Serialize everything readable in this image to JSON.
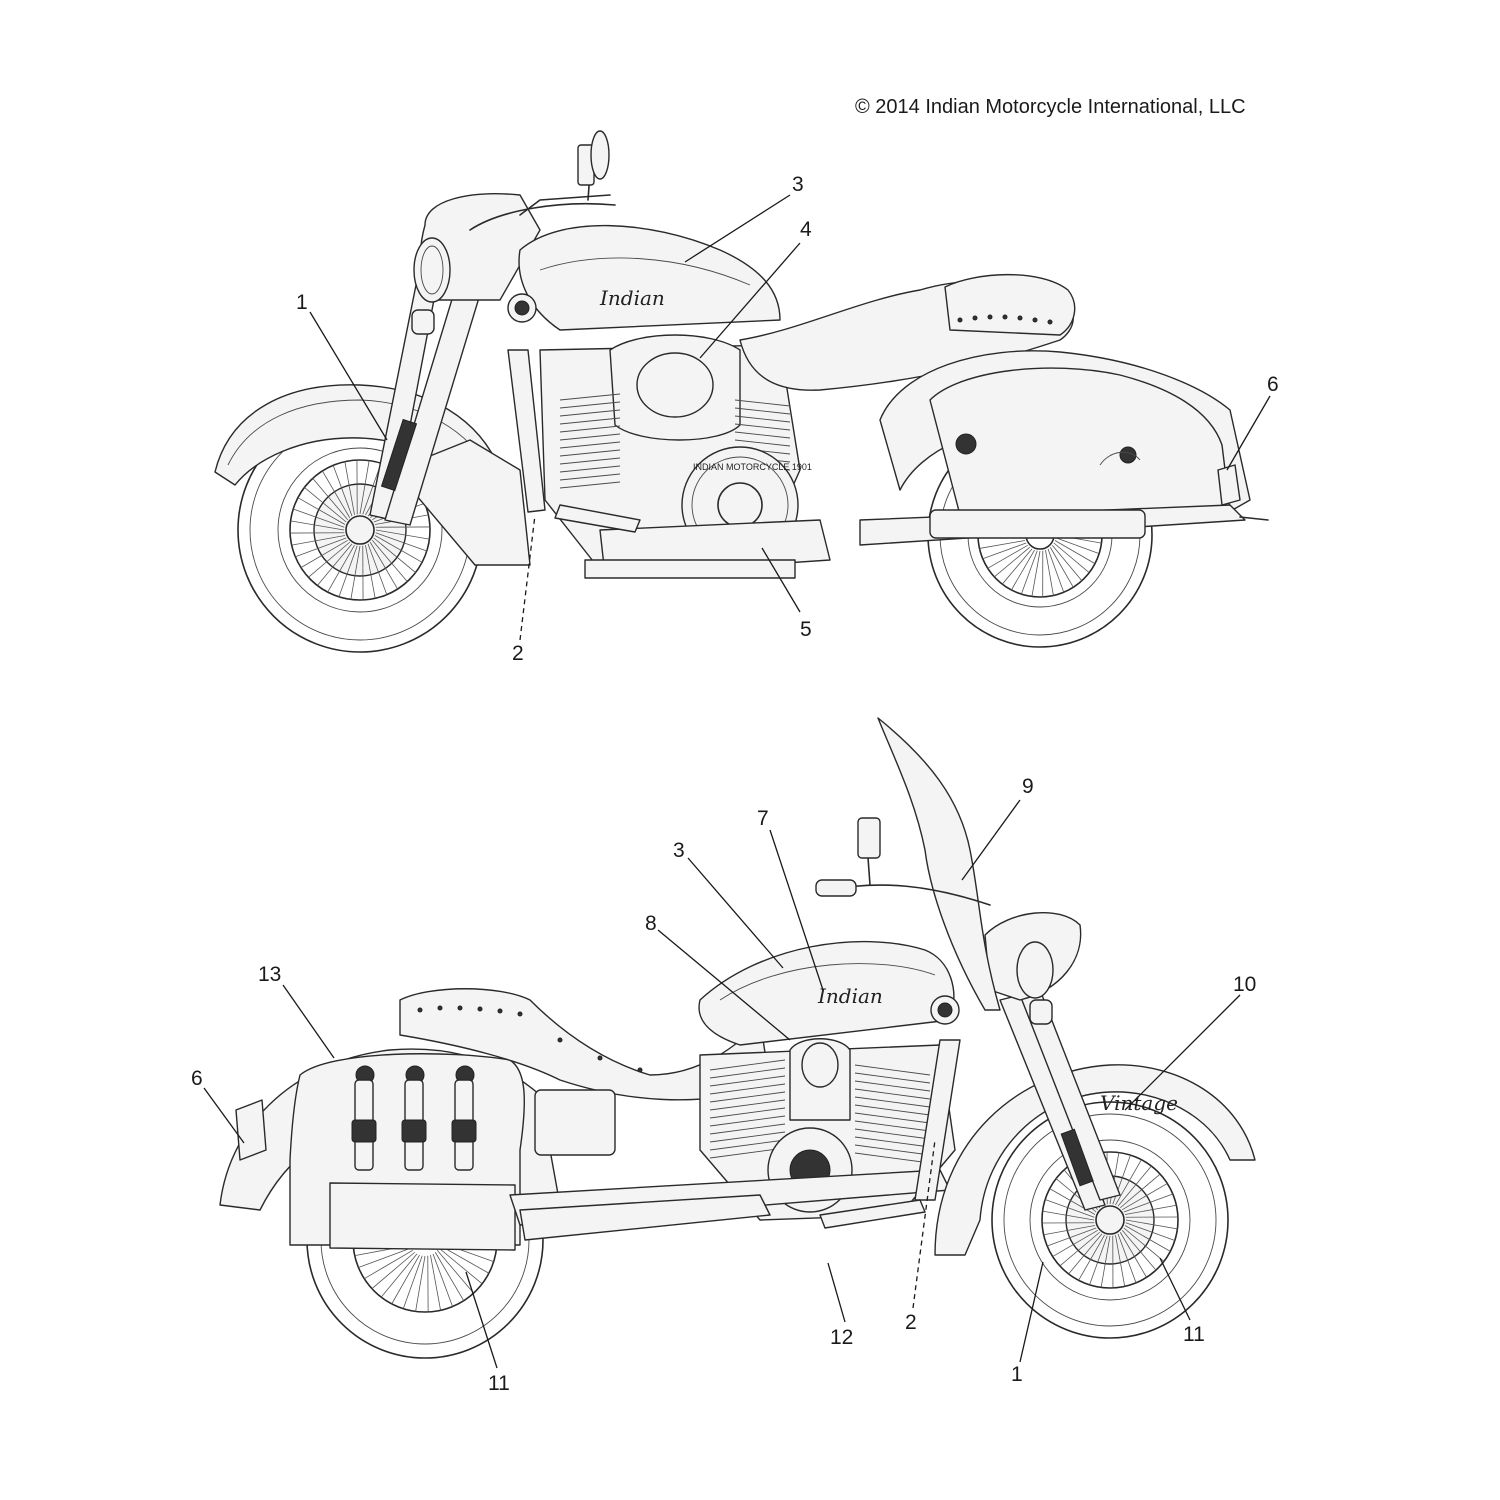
{
  "copyright": "© 2014 Indian Motorcycle International, LLC",
  "top_view": {
    "callouts": [
      "1",
      "2",
      "3",
      "4",
      "5",
      "6"
    ],
    "tank_script": "Indian",
    "cover_text": "INDIAN MOTORCYCLE 1901"
  },
  "bottom_view": {
    "callouts": [
      "1",
      "2",
      "3",
      "6",
      "7",
      "8",
      "9",
      "10",
      "11",
      "11",
      "12",
      "13"
    ],
    "tank_script": "Indian",
    "fender_script": "Vintage"
  }
}
